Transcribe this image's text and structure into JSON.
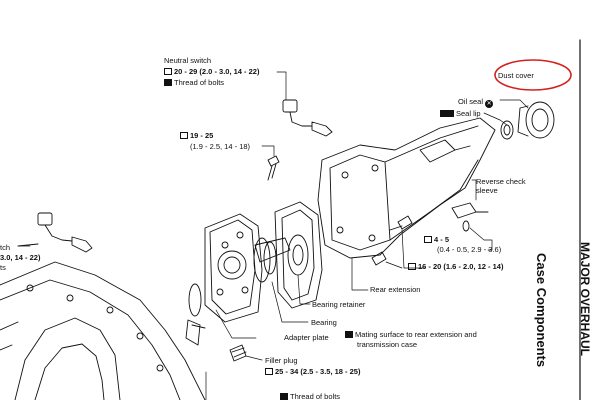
{
  "header": {
    "section_title": "MAJOR OVERHAUL",
    "page_title": "Case Components"
  },
  "labels": {
    "neutral_switch": "Neutral switch",
    "neutral_switch_torque": "20 - 29 (2.0 - 3.0, 14 - 22)",
    "thread_of_bolts": "Thread of bolts",
    "torque_19_25": "19 - 25",
    "torque_19_25_units": "(1.9 - 2.5, 14 - 18)",
    "dust_cover": "Dust cover",
    "oil_seal": "Oil seal",
    "seal_lip": "Seal lip",
    "reverse_check_sleeve_1": "Reverse check",
    "reverse_check_sleeve_2": "sleeve",
    "torque_4_5": "4 - 5",
    "torque_4_5_units": "(0.4 - 0.5, 2.9 - 3.6)",
    "torque_16_20": "16 - 20 (1.6 - 2.0, 12 - 14)",
    "rear_extension": "Rear extension",
    "bearing_retainer": "Bearing retainer",
    "bearing": "Bearing",
    "adapter_plate": "Adapter plate",
    "mating_surface_1": "Mating surface to rear extension and",
    "mating_surface_2": "transmission case",
    "filler_plug": "Filler plug",
    "filler_plug_torque": "25 - 34 (2.5 - 3.5, 18 - 25)",
    "left_switch_cut": "tch",
    "left_torque_cut": "3.0, 14 - 22)",
    "left_ts_cut": "ts",
    "bottom_cut": "Thread of bolts"
  },
  "annotation": {
    "highlight_color": "#d42020"
  }
}
